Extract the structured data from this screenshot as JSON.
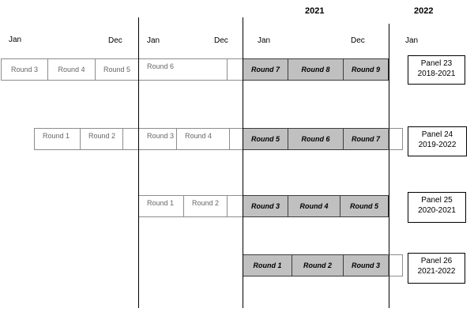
{
  "years": {
    "y2021": "2021",
    "y2022": "2022"
  },
  "months": {
    "jan": "Jan",
    "dec": "Dec"
  },
  "row1": [
    "Round 3",
    "Round 4",
    "Round 5",
    "Round 6",
    "Round 7",
    "Round 8",
    "Round 9"
  ],
  "row2": [
    "Round 1",
    "Round 2",
    "Round 3",
    "Round 4",
    "Round 5",
    "Round 6",
    "Round 7"
  ],
  "row3": [
    "Round 1",
    "Round 2",
    "Round 3",
    "Round 4",
    "Round 5"
  ],
  "row4": [
    "Round 1",
    "Round 2",
    "Round 3"
  ],
  "panels": [
    {
      "name": "Panel 23",
      "years": "2018-2021"
    },
    {
      "name": "Panel 24",
      "years": "2019-2022"
    },
    {
      "name": "Panel 25",
      "years": "2020-2021"
    },
    {
      "name": "Panel 26",
      "years": "2021-2022"
    }
  ]
}
